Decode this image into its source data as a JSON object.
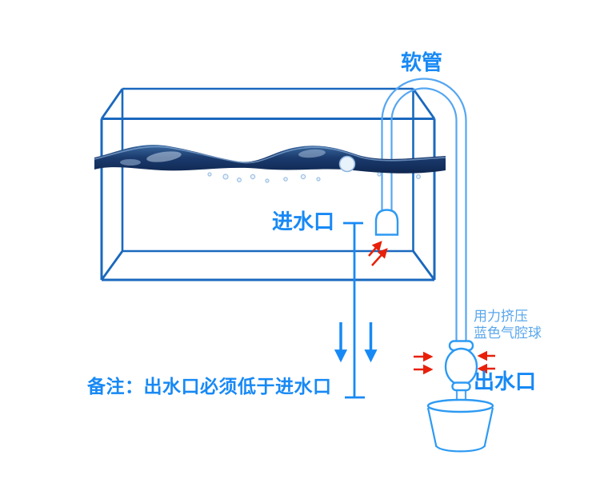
{
  "labels": {
    "hose": "软管",
    "inlet": "进水口",
    "outlet": "出水口",
    "squeeze_line1": "用力挤压",
    "squeeze_line2": "蓝色气腔球",
    "note": "备注：出水口必须低于进水口"
  },
  "colors": {
    "label_blue": "#1789F5",
    "light_label_blue": "#5AA7EC",
    "tank_line": "#1A68BE",
    "hose_line": "#55A6F2",
    "device_line": "#2D9AF3",
    "arrow_red": "#E8200A",
    "arrow_blue": "#1789F5"
  }
}
